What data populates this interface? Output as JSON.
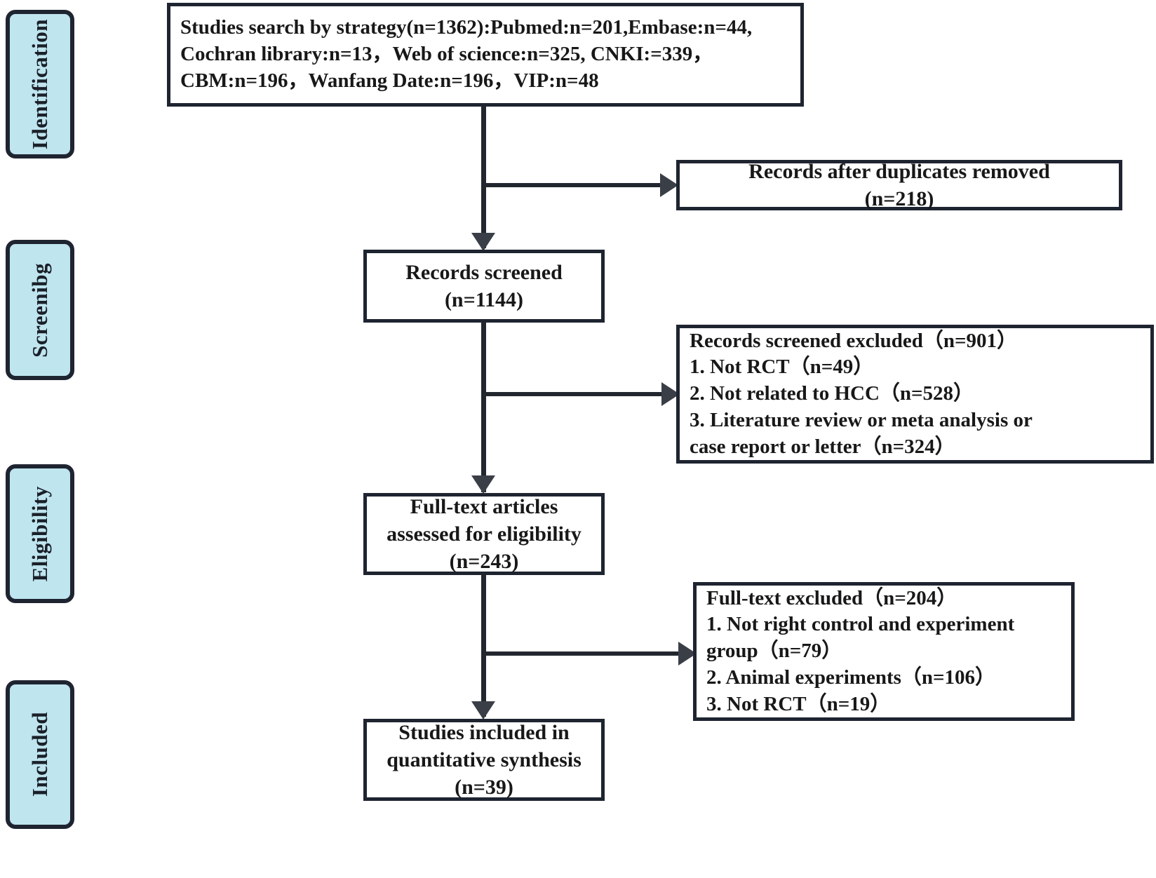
{
  "diagram": {
    "title": "PRISMA study selection flow diagram",
    "colors": {
      "stage_fill": "#bfe5ef",
      "stage_border": "#1e2430",
      "box_border": "#1e2430",
      "text": "#181818",
      "connector": "#22272f"
    }
  },
  "stages": [
    {
      "label": "Identification"
    },
    {
      "label": "Screenibg"
    },
    {
      "label": "Eligibility"
    },
    {
      "label": "Included"
    }
  ],
  "boxes": {
    "search_results": {
      "lines": [
        "Studies search by strategy(n=1362):Pubmed:n=201,Embase:n=44,",
        "Cochran library:n=13，Web of science:n=325, CNKI:=339，",
        "CBM:n=196，Wanfang Date:n=196，VIP:n=48"
      ]
    },
    "duplicates_removed": {
      "lines": [
        "Records after duplicates removed",
        "(n=218)"
      ]
    },
    "records_screened": {
      "lines": [
        "Records screened",
        "(n=1144)"
      ]
    },
    "records_excluded": {
      "lines": [
        "Records screened excluded（n=901）",
        "1. Not RCT（n=49）",
        "2. Not related to HCC（n=528）",
        "3. Literature review or meta analysis or",
        "case report or letter（n=324）"
      ]
    },
    "fulltext_assessed": {
      "lines": [
        "Full-text articles",
        "assessed for eligibility",
        "(n=243)"
      ]
    },
    "fulltext_excluded": {
      "lines": [
        "Full-text excluded（n=204）",
        "1. Not right control and experiment",
        "group（n=79）",
        "2. Animal experiments（n=106）",
        "3. Not RCT（n=19）"
      ]
    },
    "studies_included": {
      "lines": [
        "Studies included in",
        "quantitative synthesis",
        "(n=39)"
      ]
    }
  },
  "counts": {
    "total_search": 1362,
    "pubmed": 201,
    "embase": 44,
    "cochran_library": 13,
    "web_of_science": 325,
    "cnki": 339,
    "cbm": 196,
    "wanfang_date": 196,
    "vip": 48,
    "duplicates_removed": 218,
    "records_screened": 1144,
    "records_excluded": 901,
    "excluded_not_rct": 49,
    "excluded_not_hcc": 528,
    "excluded_review": 324,
    "fulltext_assessed": 243,
    "fulltext_excluded": 204,
    "ft_excluded_no_control": 79,
    "ft_excluded_animal": 106,
    "ft_excluded_not_rct": 19,
    "studies_included": 39
  }
}
